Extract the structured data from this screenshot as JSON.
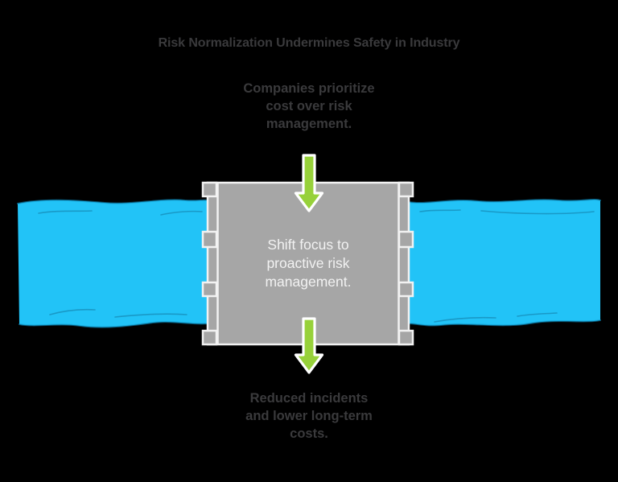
{
  "title": "Risk Normalization Undermines Safety in Industry",
  "flow": {
    "input_text": "Companies prioritize\ncost over risk\nmanagement.",
    "process_text": "Shift focus to\nproactive risk\nmanagement.",
    "output_text": "Reduced incidents\nand lower long-term\ncosts."
  },
  "icons": {
    "top_arrow": "arrow-down-icon",
    "bottom_arrow": "arrow-down-icon",
    "water_left": "water-band-left",
    "water_right": "water-band-right",
    "gate": "floodgate-box"
  },
  "colors": {
    "background": "#000000",
    "title_text": "#3A3A3C",
    "body_text": "#3A3A3C",
    "gate_text": "#F2F2F2",
    "water": "#22C3F7",
    "water_edge": "#0E93C9",
    "water_wave_line": "#1583AD",
    "gate_fill": "#A6A6A6",
    "gate_border": "#F2F2F2",
    "arrow_fill": "#97D13A",
    "arrow_outline": "#FFFFFF"
  }
}
